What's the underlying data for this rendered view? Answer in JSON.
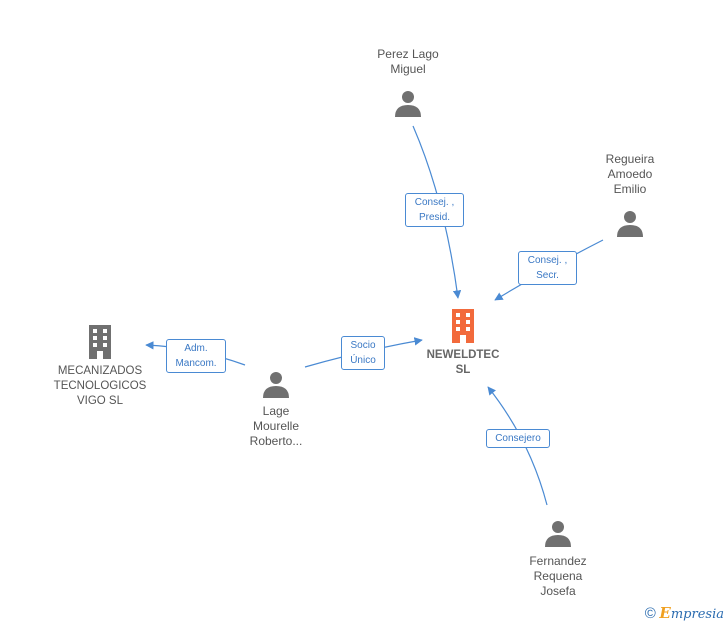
{
  "nodes": {
    "perez": {
      "lines": [
        "Perez Lago",
        "Miguel"
      ],
      "kind": "person"
    },
    "regueira": {
      "lines": [
        "Regueira",
        "Amoedo",
        "Emilio"
      ],
      "kind": "person"
    },
    "neweldtec": {
      "lines": [
        "NEWELDTEC",
        "SL"
      ],
      "kind": "company-main"
    },
    "mecanizados": {
      "lines": [
        "MECANIZADOS",
        "TECNOLOGICOS",
        "VIGO SL"
      ],
      "kind": "company"
    },
    "lage": {
      "lines": [
        "Lage",
        "Mourelle",
        "Roberto..."
      ],
      "kind": "person"
    },
    "fernandez": {
      "lines": [
        "Fernandez",
        "Requena",
        "Josefa"
      ],
      "kind": "person"
    }
  },
  "edges": [
    {
      "from": "perez",
      "to": "neweldtec",
      "lines": [
        "Consej. ,",
        "Presid."
      ]
    },
    {
      "from": "regueira",
      "to": "neweldtec",
      "lines": [
        "Consej. ,",
        "Secr."
      ]
    },
    {
      "from": "lage",
      "to": "neweldtec",
      "lines": [
        "Socio",
        "Único"
      ]
    },
    {
      "from": "lage",
      "to": "mecanizados",
      "lines": [
        "Adm.",
        "Mancom."
      ]
    },
    {
      "from": "fernandez",
      "to": "neweldtec",
      "lines": [
        "Consejero"
      ]
    }
  ],
  "colors": {
    "edge": "#4a8ad3",
    "person_icon": "#707070",
    "company_icon": "#707070",
    "main_company_icon": "#f26a3c"
  },
  "watermark": {
    "symbol": "©",
    "brand_initial": "E",
    "brand_rest": "mpresia"
  }
}
